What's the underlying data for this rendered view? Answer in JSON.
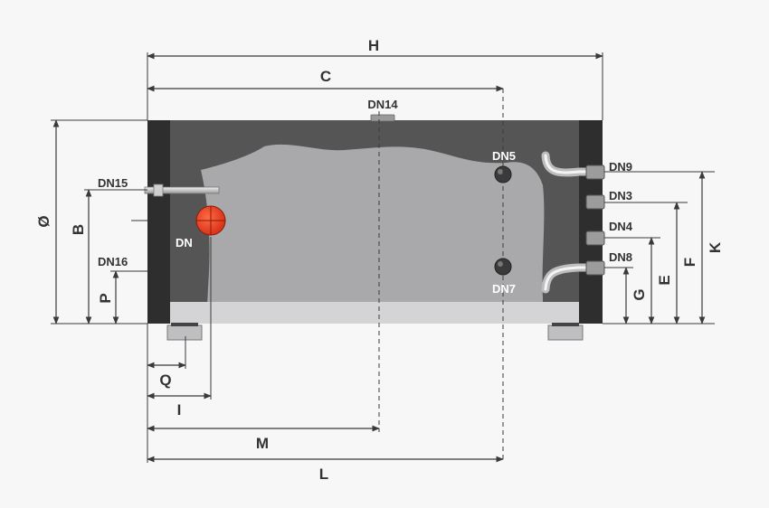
{
  "dimensions": {
    "H": "H",
    "C": "C",
    "M": "M",
    "L": "L",
    "Q": "Q",
    "I": "I",
    "P": "P",
    "B": "B",
    "diameter": "Ø",
    "G": "G",
    "E": "E",
    "F": "F",
    "K": "K"
  },
  "connections": {
    "DN14": "DN14",
    "DN5": "DN5",
    "DN7": "DN7",
    "DN15": "DN15",
    "DN16": "DN16",
    "DN": "DN",
    "DN9": "DN9",
    "DN3": "DN3",
    "DN4": "DN4",
    "DN8": "DN8"
  },
  "colors": {
    "tank_outer": "#555555",
    "tank_inner": "#a9a9ab",
    "end_caps": "#2e2e2e",
    "base": "#d4d4d6",
    "heating_element": "#e53b1f"
  }
}
